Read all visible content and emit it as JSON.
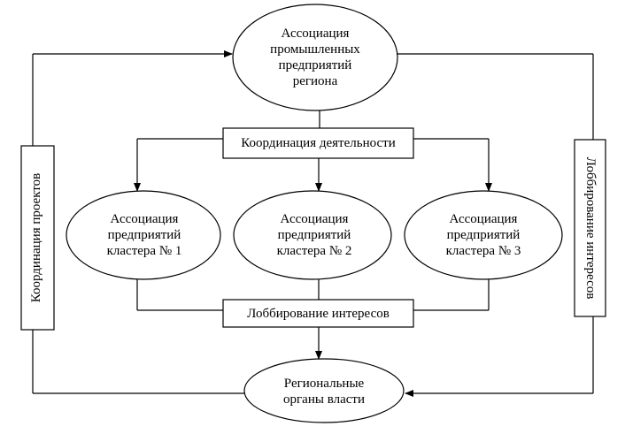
{
  "diagram": {
    "top_node": "Ассоциация\nпромышленных\nпредприятий\nрегиона",
    "coordination_box": "Координация деятельности",
    "clusters": [
      "Ассоциация\nпредприятий\nкластера № 1",
      "Ассоциация\nпредприятий\nкластера № 2",
      "Ассоциация\nпредприятий\nкластера № 3"
    ],
    "lobbying_box": "Лоббирование интересов",
    "bottom_node": "Региональные\nорганы власти",
    "left_side_box": "Координация проектов",
    "right_side_box": "Лоббирование интересов",
    "colors": {
      "stroke": "#000000",
      "fill": "#ffffff",
      "text": "#000000"
    }
  }
}
